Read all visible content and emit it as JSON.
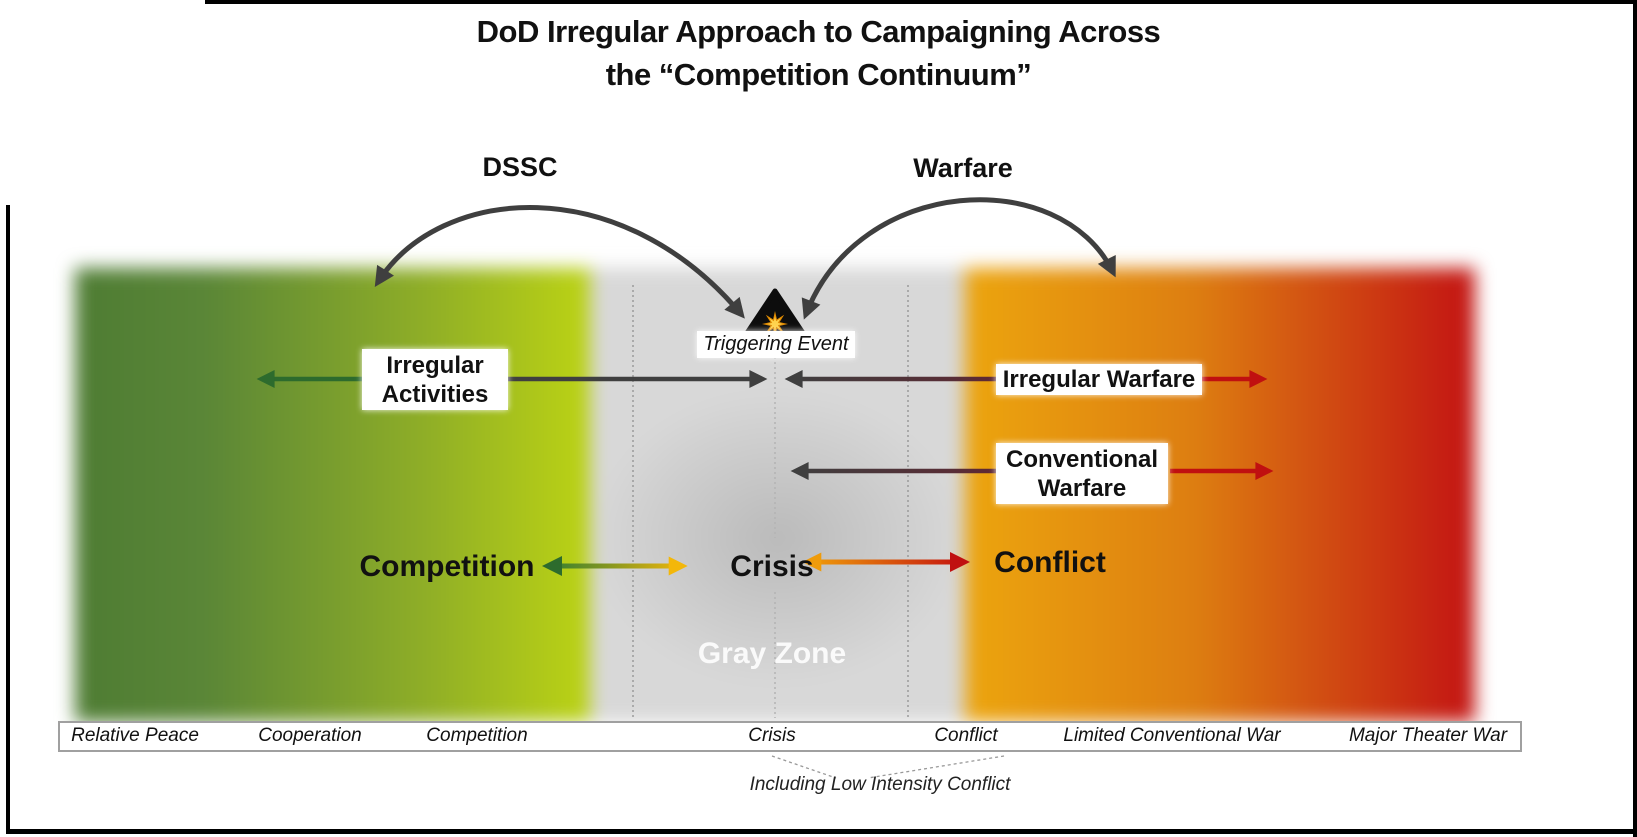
{
  "title": {
    "line1": "DoD Irregular Approach to Campaigning Across",
    "line2": "the “Competition Continuum”"
  },
  "arcs": {
    "dssc": "DSSC",
    "warfare": "Warfare"
  },
  "triggering_event": {
    "label": "Triggering Event",
    "icon": "explosion-warning-triangle-icon"
  },
  "flow_labels": {
    "irregular_activities": {
      "line1": "Irregular",
      "line2": "Activities"
    },
    "irregular_warfare": "Irregular Warfare",
    "conventional_warfare": {
      "line1": "Conventional",
      "line2": "Warfare"
    }
  },
  "phases": {
    "competition": "Competition",
    "crisis": "Crisis",
    "conflict": "Conflict",
    "gray_zone": "Gray Zone"
  },
  "axis": {
    "labels": [
      "Relative Peace",
      "Cooperation",
      "Competition",
      "Crisis",
      "Conflict",
      "Limited Conventional War",
      "Major Theater War"
    ]
  },
  "footnote": "Including Low Intensity Conflict",
  "colors": {
    "peace_green": "#4e7c33",
    "competition_lime": "#bcd314",
    "gray_zone": "#d8d8d8",
    "conflict_orange": "#eca50e",
    "war_red": "#c31313",
    "arrow_dark": "#3f3f3f",
    "arrow_green": "#2d6b2d",
    "arrow_red": "#c01010",
    "arrow_yellow": "#f3b70a"
  }
}
